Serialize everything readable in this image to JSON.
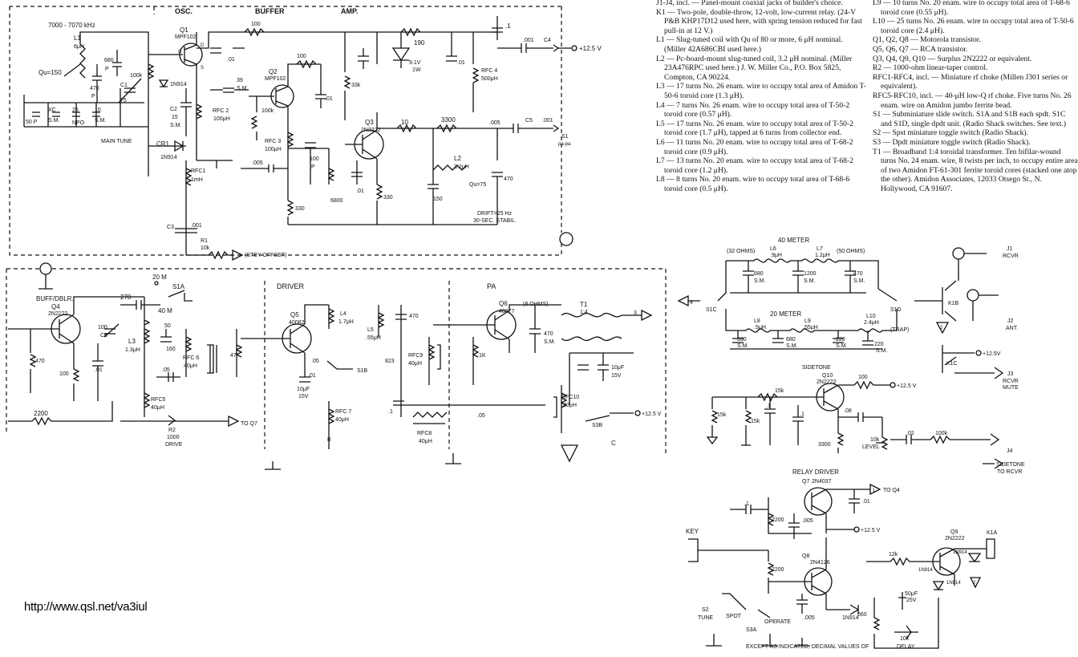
{
  "labels": {
    "osc": "OSC.",
    "buffer": "BUFFER",
    "amp": "AMP.",
    "freq_range": "7000 - 7070 kHz",
    "q1": "Q1",
    "q1_type": "MPF102",
    "q2": "Q2",
    "q2_type": "MPF102",
    "q3": "Q3",
    "q3_type": "2N2222",
    "l1": "L1",
    "l1_val": "6μH",
    "qu150": "Qu=150",
    "main_tune": "MAIN TUNE",
    "cr1": "CR1",
    "cr1_type": "1N914",
    "rfc1": "RFC1",
    "rfc1_val": "1mH",
    "rfc2": "RFC 2",
    "rfc2_val": "100μH",
    "rfc3": "RFC 3",
    "rfc3_val": "100μH",
    "rfc4": "RFC 4",
    "rfc4_val": "500μH",
    "zener": "9.1V",
    "zener_w": "1W",
    "l2": "L2",
    "l2_val": "3.2μH",
    "qu75": "Qu=75",
    "drift": "DRIFT=25 Hz",
    "stabil": "30-SEC. STABIL.",
    "supply_top": "+12.5 V",
    "stby": "(STBY OFFSET)",
    "c3": "C3",
    "c4": "C4",
    "c5": "C5",
    "r1": "R1",
    "r1_val": "10k",
    "s1": "S1",
    "s1_sub": "pa-pa",
    "buff_dblr": "BUFF/DBLR.",
    "q4": "Q4",
    "q4_type": "2N2222",
    "band20": "20 M",
    "band40": "40 M",
    "s1a": "S1A",
    "l3": "L3",
    "l3_val": "1.3μH",
    "c6": "C6",
    "rfc6": "RFC 6",
    "rfc6_val": "40μH",
    "rfc5": "RFC5",
    "rfc5_val": "40μH",
    "r2": "R2",
    "r2_val": "1000",
    "drive": "DRIVE",
    "to_q7": "TO Q7",
    "driver": "DRIVER",
    "q5": "Q5",
    "q5_type": "40082",
    "l4": "L4",
    "l4_val": "1.7μH",
    "l5": "L5",
    "l5_val": ".55μH",
    "s1b": "S1B",
    "rfc7": "RFC 7",
    "rfc7_val": "40μH",
    "cap10uf": "10μF",
    "cap15v": "15V",
    "pa": "PA",
    "q6": "Q6",
    "q6_type": "40977",
    "ohms8": "(8 OHMS)",
    "t1": "T1",
    "t1_ratio": "1:4",
    "rfc8": "RFC8",
    "rfc8_val": "40μH",
    "rfc9": "RFC9",
    "rfc9_val": "40μH",
    "rfc10": "RFC10",
    "rfc10_val": "40μH",
    "s3b": "S3B",
    "supply_pa": "+12.5 V",
    "filter_40m": "40 METER",
    "ohms32": "(32 OHMS)",
    "ohms50": "(50 OHMS)",
    "l6": "L6",
    "l6_val": ".9μH",
    "l7": "L7",
    "l7_val": "1.2μH",
    "filter_20m": "20 METER",
    "l8": "L8",
    "l8_val": ".5μH",
    "l9": "L9",
    "l9_val": ".55μH",
    "l10": "L10",
    "l10_val": "2.4μH",
    "trap": "(TRAP)",
    "s1c": "S1C",
    "s1d": "S1D",
    "k1b": "K1B",
    "k1c": "K1C",
    "j1": "J1",
    "j1_lbl": "RCVR",
    "j2": "J2",
    "j2_lbl": "ANT.",
    "j3": "J3",
    "j3_lbl1": "RCVR",
    "j3_lbl2": "MUTE",
    "supply_k1c": "+12.5V",
    "sidetone": "SIDETONE",
    "q10": "Q10",
    "q10_type": "2N2222",
    "supply_q10": "+12.5 V",
    "level": "LEVEL",
    "j4": "J4",
    "sidetone_to": "SIDETONE",
    "to_rcvr": "TO RCVR",
    "relay_driver": "RELAY   DRIVER",
    "q7": "Q7",
    "q7_type": "2N4037",
    "to_q4": "TO Q4",
    "q8": "Q8",
    "q8_type": "2N4126",
    "q9": "Q9",
    "q9_type": "2N2222",
    "k1a": "K1A",
    "key": "KEY",
    "supply_q8": "+12.5 V",
    "s2": "S2",
    "tune": "TUNE",
    "spot": "SPOT",
    "s3a": "S3A",
    "operate": "OPERATE",
    "delay": "DELAY",
    "cap50uf": "50μF",
    "cap25v": "25V"
  },
  "values": {
    "c50p": "50 P",
    "c_ss": "S.M.",
    "c25": "25",
    "npo": "NPO",
    "c10": "10",
    "c680": "680",
    "p": "P",
    "c470": "470",
    "c75": "75",
    "c15": "15",
    "c39": "39",
    "r100k": "100k",
    "r100": "100",
    "r330": "330",
    "r33k": "33k",
    "r190": "190",
    "r10": "10",
    "r3300": "3300",
    "r6800": "6800",
    "c005": ".005",
    "c01": ".01",
    "c001": ".001",
    "c1": ".1",
    "c150": "150",
    "c05": ".05",
    "c270": "270",
    "c50": "50",
    "c160": "160",
    "r2200": "2200",
    "r47": "47",
    "r1k": "1K",
    "c823": "823",
    "c5600": "5600",
    "c1200": "1200",
    "c330": "330",
    "c220": "220",
    "r15k": "15k",
    "r12k": "12k",
    "r10k": "10k",
    "r560": "560",
    "c02": ".02",
    "r100k2": "100k"
  },
  "parts_left": [
    "J1-J4, incl. — Panel-mount coaxial jacks of builder's choice.",
    "K1 — Two-pole, double-throw, 12-volt, low-current relay. (24-V P&B KHP17D12 used here, with spring tension reduced for fast pull-in at 12 V.)",
    "L1 — Slug-tuned coil with Qu of 80 or more, 6 μH nominal. (Miller 42A686CBI used here.)",
    "L2 — Pc-board-mount slug-tuned coil, 3.2 μH nominal. (Miller 23A476RPC used here.) J. W. Miller Co., P.O. Box 5825, Compton, CA 90224.",
    "L3 — 17 turns No. 26 enam. wire to occupy total area of Amidon T-50-6 toroid core (1.3 μH).",
    "L4 — 7 turns No. 26 enam. wire to occupy total area of T-50-2 toroid core (0.57 μH).",
    "L5 — 17 turns No. 26 enam. wire to occupy total area of T-50-2 toroid core (1.7 μH), tapped at 6 turns from collector end.",
    "L6 — 11 turns No. 20 enam. wire to occupy total area of T-68-2 toroid core (0.9 μH).",
    "L7 — 13 turns No. 20 enam. wire to occupy total area of T-68-2 toroid core (1.2 μH).",
    "L8 — 8 turns No. 20 enam. wire to occupy total area of T-68-6 toroid core (0.5 μH)."
  ],
  "parts_right": [
    "L9 — 10 turns No. 20 enam. wire to occupy total area of T-68-6 toroid core (0.55 μH).",
    "L10 — 25 turns No. 26 enam. wire to occupy total area of T-50-6 toroid core (2.4 μH).",
    "Q1, Q2, Q8 — Motorola transistor.",
    "Q5, Q6, Q7 — RCA transistor.",
    "Q3, Q4, Q9, Q10 — Surplus 2N2222 or equivalent.",
    "R2 — 1000-ohm linear-taper control.",
    "RFC1-RFC4, incl. — Miniature rf choke (Millen J301 series or equivalent).",
    "RFC5-RFC10, incl. — 40-μH low-Q rf choke. Five turns No. 26 enam. wire on Amidon jumbo ferrite bead.",
    "S1 — Subminiature slide switch. S1A and S1B each spdt. S1C and S1D, single dpdt unit. (Radio Shack switches. See text.)",
    "S2 — Spst miniature toggle switch (Radio Shack).",
    "S3 — Dpdt miniature toggle switch (Radio Shack).",
    "T1 — Broadband 1:4 toroidal transformer. Ten bifilar-wound turns No. 24 enam. wire, 8 twists per inch, to occupy entire area of two Amidon FT-61-301 ferrite toroid cores (stacked one atop the other). Amidon Associates, 12033 Otsego St., N. Hollywood, CA 91607."
  ],
  "footer_note": "EXCEPT AS INDICATED, DECIMAL VALUES OF",
  "url": "http://www.qsl.net/va3iul"
}
